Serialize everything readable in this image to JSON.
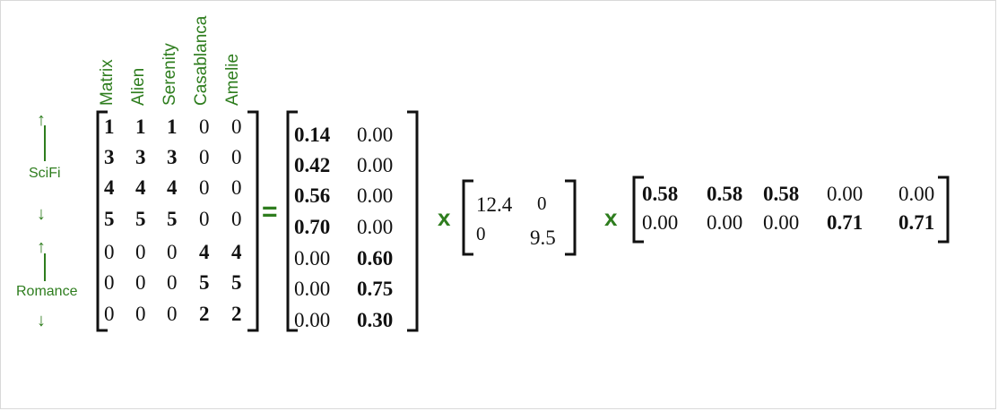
{
  "columns": [
    "Matrix",
    "Alien",
    "Serenity",
    "Casablanca",
    "Amelie"
  ],
  "groups": {
    "scifi": "SciFi",
    "romance": "Romance"
  },
  "arrows": {
    "up": "↑",
    "down": "↓"
  },
  "operators": {
    "equals": "=",
    "times": "x"
  },
  "ratings": [
    [
      "1",
      "1",
      "1",
      "0",
      "0"
    ],
    [
      "3",
      "3",
      "3",
      "0",
      "0"
    ],
    [
      "4",
      "4",
      "4",
      "0",
      "0"
    ],
    [
      "5",
      "5",
      "5",
      "0",
      "0"
    ],
    [
      "0",
      "0",
      "0",
      "4",
      "4"
    ],
    [
      "0",
      "0",
      "0",
      "5",
      "5"
    ],
    [
      "0",
      "0",
      "0",
      "2",
      "2"
    ]
  ],
  "ratings_bold": [
    [
      true,
      true,
      true,
      false,
      false
    ],
    [
      true,
      true,
      true,
      false,
      false
    ],
    [
      true,
      true,
      true,
      false,
      false
    ],
    [
      true,
      true,
      true,
      false,
      false
    ],
    [
      false,
      false,
      false,
      true,
      true
    ],
    [
      false,
      false,
      false,
      true,
      true
    ],
    [
      false,
      false,
      false,
      true,
      true
    ]
  ],
  "u_matrix": [
    [
      "0.14",
      "0.00"
    ],
    [
      "0.42",
      "0.00"
    ],
    [
      "0.56",
      "0.00"
    ],
    [
      "0.70",
      "0.00"
    ],
    [
      "0.00",
      "0.60"
    ],
    [
      "0.00",
      "0.75"
    ],
    [
      "0.00",
      "0.30"
    ]
  ],
  "u_bold": [
    [
      true,
      false
    ],
    [
      true,
      false
    ],
    [
      true,
      false
    ],
    [
      true,
      false
    ],
    [
      false,
      true
    ],
    [
      false,
      true
    ],
    [
      false,
      true
    ]
  ],
  "sigma_matrix": [
    [
      "12.4",
      "0"
    ],
    [
      "0",
      "9.5"
    ]
  ],
  "v_matrix": [
    [
      "0.58",
      "0.58",
      "0.58",
      "0.00",
      "0.00"
    ],
    [
      "0.00",
      "0.00",
      "0.00",
      "0.71",
      "0.71"
    ]
  ],
  "v_bold": [
    [
      true,
      true,
      true,
      false,
      false
    ],
    [
      false,
      false,
      false,
      true,
      true
    ]
  ],
  "colors": {
    "accent_green": "#2e7d1e",
    "text": "#111111"
  }
}
